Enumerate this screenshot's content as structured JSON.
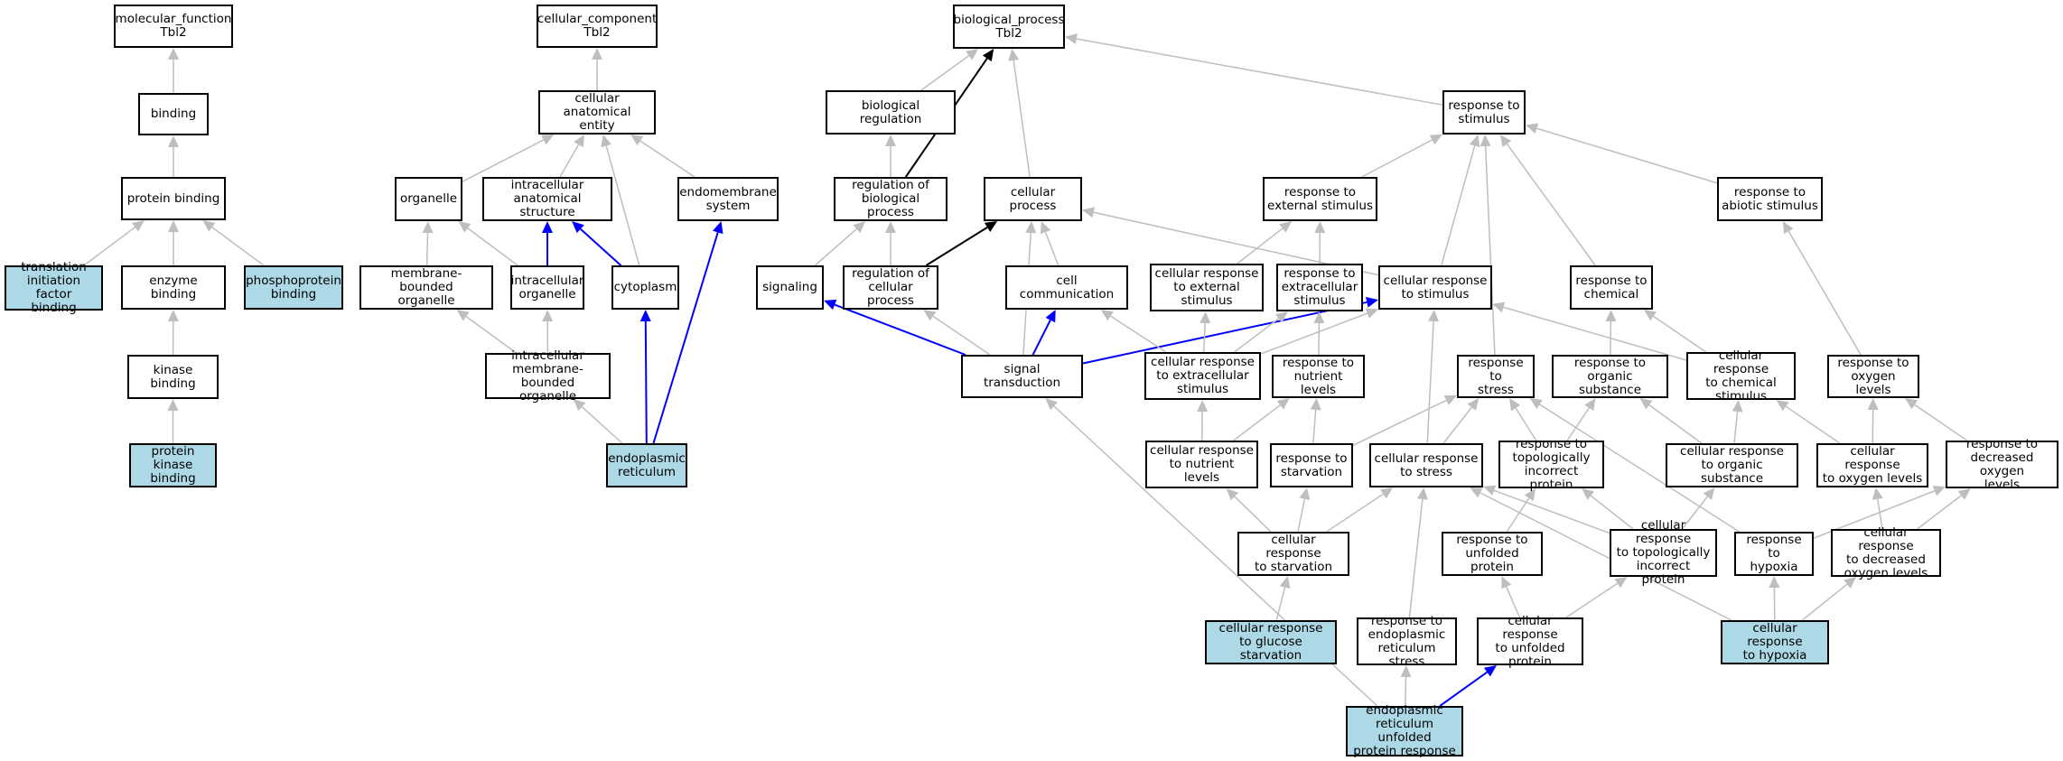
{
  "colors": {
    "edge_default": "#bebebe",
    "edge_black": "#000000",
    "edge_blue": "#0000ff",
    "node_highlight": "#add8e6",
    "node_default": "#ffffff"
  },
  "nodes": [
    {
      "id": "mf",
      "label": "molecular_function\nTbl2",
      "hl": false
    },
    {
      "id": "binding",
      "label": "binding",
      "hl": false
    },
    {
      "id": "protbind",
      "label": "protein binding",
      "hl": false
    },
    {
      "id": "tifb",
      "label": "translation\ninitiation factor\nbinding",
      "hl": true
    },
    {
      "id": "enzbind",
      "label": "enzyme binding",
      "hl": false
    },
    {
      "id": "phosbind",
      "label": "phosphoprotein\nbinding",
      "hl": true
    },
    {
      "id": "kinbind",
      "label": "kinase binding",
      "hl": false
    },
    {
      "id": "pkbind",
      "label": "protein kinase\nbinding",
      "hl": true
    },
    {
      "id": "cc",
      "label": "cellular_component\nTbl2",
      "hl": false
    },
    {
      "id": "cae",
      "label": "cellular anatomical\nentity",
      "hl": false
    },
    {
      "id": "organelle",
      "label": "organelle",
      "hl": false
    },
    {
      "id": "ias",
      "label": "intracellular\nanatomical structure",
      "hl": false
    },
    {
      "id": "endomem",
      "label": "endomembrane\nsystem",
      "hl": false
    },
    {
      "id": "mbo",
      "label": "membrane-bounded\norganelle",
      "hl": false
    },
    {
      "id": "intorg",
      "label": "intracellular\norganelle",
      "hl": false
    },
    {
      "id": "cyto",
      "label": "cytoplasm",
      "hl": false
    },
    {
      "id": "imbo",
      "label": "intracellular\nmembrane-bounded\norganelle",
      "hl": false
    },
    {
      "id": "er",
      "label": "endoplasmic\nreticulum",
      "hl": true
    },
    {
      "id": "bp",
      "label": "biological_process\nTbl2",
      "hl": false
    },
    {
      "id": "bioreg",
      "label": "biological regulation",
      "hl": false
    },
    {
      "id": "regbp",
      "label": "regulation of\nbiological process",
      "hl": false
    },
    {
      "id": "cellproc",
      "label": "cellular process",
      "hl": false
    },
    {
      "id": "signaling",
      "label": "signaling",
      "hl": false
    },
    {
      "id": "regcp",
      "label": "regulation of\ncellular process",
      "hl": false
    },
    {
      "id": "cellcomm",
      "label": "cell communication",
      "hl": false
    },
    {
      "id": "sigtrans",
      "label": "signal transduction",
      "hl": false
    },
    {
      "id": "rstim",
      "label": "response to\nstimulus",
      "hl": false
    },
    {
      "id": "rext",
      "label": "response to\nexternal stimulus",
      "hl": false
    },
    {
      "id": "rabio",
      "label": "response to\nabiotic stimulus",
      "hl": false
    },
    {
      "id": "crext",
      "label": "cellular response\nto external\nstimulus",
      "hl": false
    },
    {
      "id": "rextra",
      "label": "response to\nextracellular\nstimulus",
      "hl": false
    },
    {
      "id": "crstim",
      "label": "cellular response\nto stimulus",
      "hl": false
    },
    {
      "id": "rchem",
      "label": "response to\nchemical",
      "hl": false
    },
    {
      "id": "crextra",
      "label": "cellular response\nto extracellular\nstimulus",
      "hl": false
    },
    {
      "id": "rnutr",
      "label": "response to\nnutrient levels",
      "hl": false
    },
    {
      "id": "rstress",
      "label": "response to\nstress",
      "hl": false
    },
    {
      "id": "rorg",
      "label": "response to\norganic substance",
      "hl": false
    },
    {
      "id": "crchem",
      "label": "cellular response\nto chemical\nstimulus",
      "hl": false
    },
    {
      "id": "roxy",
      "label": "response to\noxygen levels",
      "hl": false
    },
    {
      "id": "crnutr",
      "label": "cellular response\nto nutrient\nlevels",
      "hl": false
    },
    {
      "id": "rstarv",
      "label": "response to\nstarvation",
      "hl": false
    },
    {
      "id": "crstress",
      "label": "cellular response\nto stress",
      "hl": false
    },
    {
      "id": "rtip",
      "label": "response to\ntopologically\nincorrect protein",
      "hl": false
    },
    {
      "id": "crorg",
      "label": "cellular response\nto organic substance",
      "hl": false
    },
    {
      "id": "croxy",
      "label": "cellular response\nto oxygen levels",
      "hl": false
    },
    {
      "id": "rdox",
      "label": "response to\ndecreased oxygen\nlevels",
      "hl": false
    },
    {
      "id": "crstarv",
      "label": "cellular response\nto starvation",
      "hl": false
    },
    {
      "id": "rufp",
      "label": "response to\nunfolded protein",
      "hl": false
    },
    {
      "id": "crtip",
      "label": "cellular response\nto topologically\nincorrect protein",
      "hl": false
    },
    {
      "id": "rhyp",
      "label": "response to\nhypoxia",
      "hl": false
    },
    {
      "id": "crdox",
      "label": "cellular response\nto decreased\noxygen levels",
      "hl": false
    },
    {
      "id": "crgluc",
      "label": "cellular response\nto glucose starvation",
      "hl": true
    },
    {
      "id": "rers",
      "label": "response to\nendoplasmic\nreticulum stress",
      "hl": false
    },
    {
      "id": "crufp",
      "label": "cellular response\nto unfolded\nprotein",
      "hl": false
    },
    {
      "id": "crhyp",
      "label": "cellular response\nto hypoxia",
      "hl": true
    },
    {
      "id": "erupr",
      "label": "endoplasmic\nreticulum unfolded\nprotein response",
      "hl": true
    }
  ],
  "edges": [
    {
      "from": "binding",
      "to": "mf",
      "color": "gray"
    },
    {
      "from": "protbind",
      "to": "binding",
      "color": "gray"
    },
    {
      "from": "tifb",
      "to": "protbind",
      "color": "gray"
    },
    {
      "from": "enzbind",
      "to": "protbind",
      "color": "gray"
    },
    {
      "from": "phosbind",
      "to": "protbind",
      "color": "gray"
    },
    {
      "from": "kinbind",
      "to": "enzbind",
      "color": "gray"
    },
    {
      "from": "pkbind",
      "to": "kinbind",
      "color": "gray"
    },
    {
      "from": "cae",
      "to": "cc",
      "color": "gray"
    },
    {
      "from": "organelle",
      "to": "cae",
      "color": "gray"
    },
    {
      "from": "ias",
      "to": "cae",
      "color": "gray"
    },
    {
      "from": "endomem",
      "to": "cae",
      "color": "gray"
    },
    {
      "from": "cyto",
      "to": "cae",
      "color": "gray"
    },
    {
      "from": "mbo",
      "to": "organelle",
      "color": "gray"
    },
    {
      "from": "intorg",
      "to": "organelle",
      "color": "gray"
    },
    {
      "from": "intorg",
      "to": "ias",
      "color": "blue"
    },
    {
      "from": "cyto",
      "to": "ias",
      "color": "blue"
    },
    {
      "from": "imbo",
      "to": "mbo",
      "color": "gray"
    },
    {
      "from": "imbo",
      "to": "intorg",
      "color": "gray"
    },
    {
      "from": "er",
      "to": "imbo",
      "color": "gray"
    },
    {
      "from": "er",
      "to": "cyto",
      "color": "blue"
    },
    {
      "from": "er",
      "to": "endomem",
      "color": "blue"
    },
    {
      "from": "bioreg",
      "to": "bp",
      "color": "gray"
    },
    {
      "from": "regbp",
      "to": "bioreg",
      "color": "gray"
    },
    {
      "from": "regbp",
      "to": "bp",
      "color": "black"
    },
    {
      "from": "cellproc",
      "to": "bp",
      "color": "gray"
    },
    {
      "from": "rstim",
      "to": "bp",
      "color": "gray"
    },
    {
      "from": "signaling",
      "to": "regbp",
      "color": "gray"
    },
    {
      "from": "regcp",
      "to": "regbp",
      "color": "gray"
    },
    {
      "from": "regcp",
      "to": "cellproc",
      "color": "black"
    },
    {
      "from": "cellcomm",
      "to": "cellproc",
      "color": "gray"
    },
    {
      "from": "crstim",
      "to": "cellproc",
      "color": "gray"
    },
    {
      "from": "sigtrans",
      "to": "cellproc",
      "color": "gray"
    },
    {
      "from": "sigtrans",
      "to": "signaling",
      "color": "blue"
    },
    {
      "from": "sigtrans",
      "to": "regcp",
      "color": "gray"
    },
    {
      "from": "sigtrans",
      "to": "cellcomm",
      "color": "blue"
    },
    {
      "from": "sigtrans",
      "to": "crstim",
      "color": "blue"
    },
    {
      "from": "rext",
      "to": "rstim",
      "color": "gray"
    },
    {
      "from": "rabio",
      "to": "rstim",
      "color": "gray"
    },
    {
      "from": "crstim",
      "to": "rstim",
      "color": "gray"
    },
    {
      "from": "rchem",
      "to": "rstim",
      "color": "gray"
    },
    {
      "from": "rstress",
      "to": "rstim",
      "color": "gray"
    },
    {
      "from": "crext",
      "to": "rext",
      "color": "gray"
    },
    {
      "from": "rextra",
      "to": "rext",
      "color": "gray"
    },
    {
      "from": "crextra",
      "to": "crext",
      "color": "gray"
    },
    {
      "from": "crextra",
      "to": "rextra",
      "color": "gray"
    },
    {
      "from": "crextra",
      "to": "crstim",
      "color": "gray"
    },
    {
      "from": "crextra",
      "to": "cellcomm",
      "color": "gray"
    },
    {
      "from": "rnutr",
      "to": "rextra",
      "color": "gray"
    },
    {
      "from": "crchem",
      "to": "crstim",
      "color": "gray"
    },
    {
      "from": "crchem",
      "to": "rchem",
      "color": "gray"
    },
    {
      "from": "rorg",
      "to": "rchem",
      "color": "gray"
    },
    {
      "from": "roxy",
      "to": "rabio",
      "color": "gray"
    },
    {
      "from": "crnutr",
      "to": "crextra",
      "color": "gray"
    },
    {
      "from": "crnutr",
      "to": "rnutr",
      "color": "gray"
    },
    {
      "from": "rstarv",
      "to": "rnutr",
      "color": "gray"
    },
    {
      "from": "rstarv",
      "to": "rstress",
      "color": "gray"
    },
    {
      "from": "crstress",
      "to": "rstress",
      "color": "gray"
    },
    {
      "from": "crstress",
      "to": "crstim",
      "color": "gray"
    },
    {
      "from": "rtip",
      "to": "rstress",
      "color": "gray"
    },
    {
      "from": "rtip",
      "to": "rorg",
      "color": "gray"
    },
    {
      "from": "crorg",
      "to": "rorg",
      "color": "gray"
    },
    {
      "from": "crorg",
      "to": "crchem",
      "color": "gray"
    },
    {
      "from": "croxy",
      "to": "roxy",
      "color": "gray"
    },
    {
      "from": "croxy",
      "to": "crchem",
      "color": "gray"
    },
    {
      "from": "rdox",
      "to": "roxy",
      "color": "gray"
    },
    {
      "from": "rhyp",
      "to": "rstress",
      "color": "gray"
    },
    {
      "from": "rhyp",
      "to": "rdox",
      "color": "gray"
    },
    {
      "from": "crdox",
      "to": "croxy",
      "color": "gray"
    },
    {
      "from": "crdox",
      "to": "rdox",
      "color": "gray"
    },
    {
      "from": "crstarv",
      "to": "crnutr",
      "color": "gray"
    },
    {
      "from": "crstarv",
      "to": "rstarv",
      "color": "gray"
    },
    {
      "from": "crstarv",
      "to": "crstress",
      "color": "gray"
    },
    {
      "from": "crtip",
      "to": "rtip",
      "color": "gray"
    },
    {
      "from": "crtip",
      "to": "crstress",
      "color": "gray"
    },
    {
      "from": "crtip",
      "to": "crorg",
      "color": "gray"
    },
    {
      "from": "rufp",
      "to": "rtip",
      "color": "gray"
    },
    {
      "from": "crgluc",
      "to": "crstarv",
      "color": "gray"
    },
    {
      "from": "rers",
      "to": "crstress",
      "color": "gray"
    },
    {
      "from": "crufp",
      "to": "rufp",
      "color": "gray"
    },
    {
      "from": "crufp",
      "to": "crtip",
      "color": "gray"
    },
    {
      "from": "crhyp",
      "to": "rhyp",
      "color": "gray"
    },
    {
      "from": "crhyp",
      "to": "crdox",
      "color": "gray"
    },
    {
      "from": "crhyp",
      "to": "crstress",
      "color": "gray"
    },
    {
      "from": "erupr",
      "to": "rers",
      "color": "gray"
    },
    {
      "from": "erupr",
      "to": "crufp",
      "color": "blue"
    },
    {
      "from": "erupr",
      "to": "sigtrans",
      "color": "gray"
    }
  ]
}
